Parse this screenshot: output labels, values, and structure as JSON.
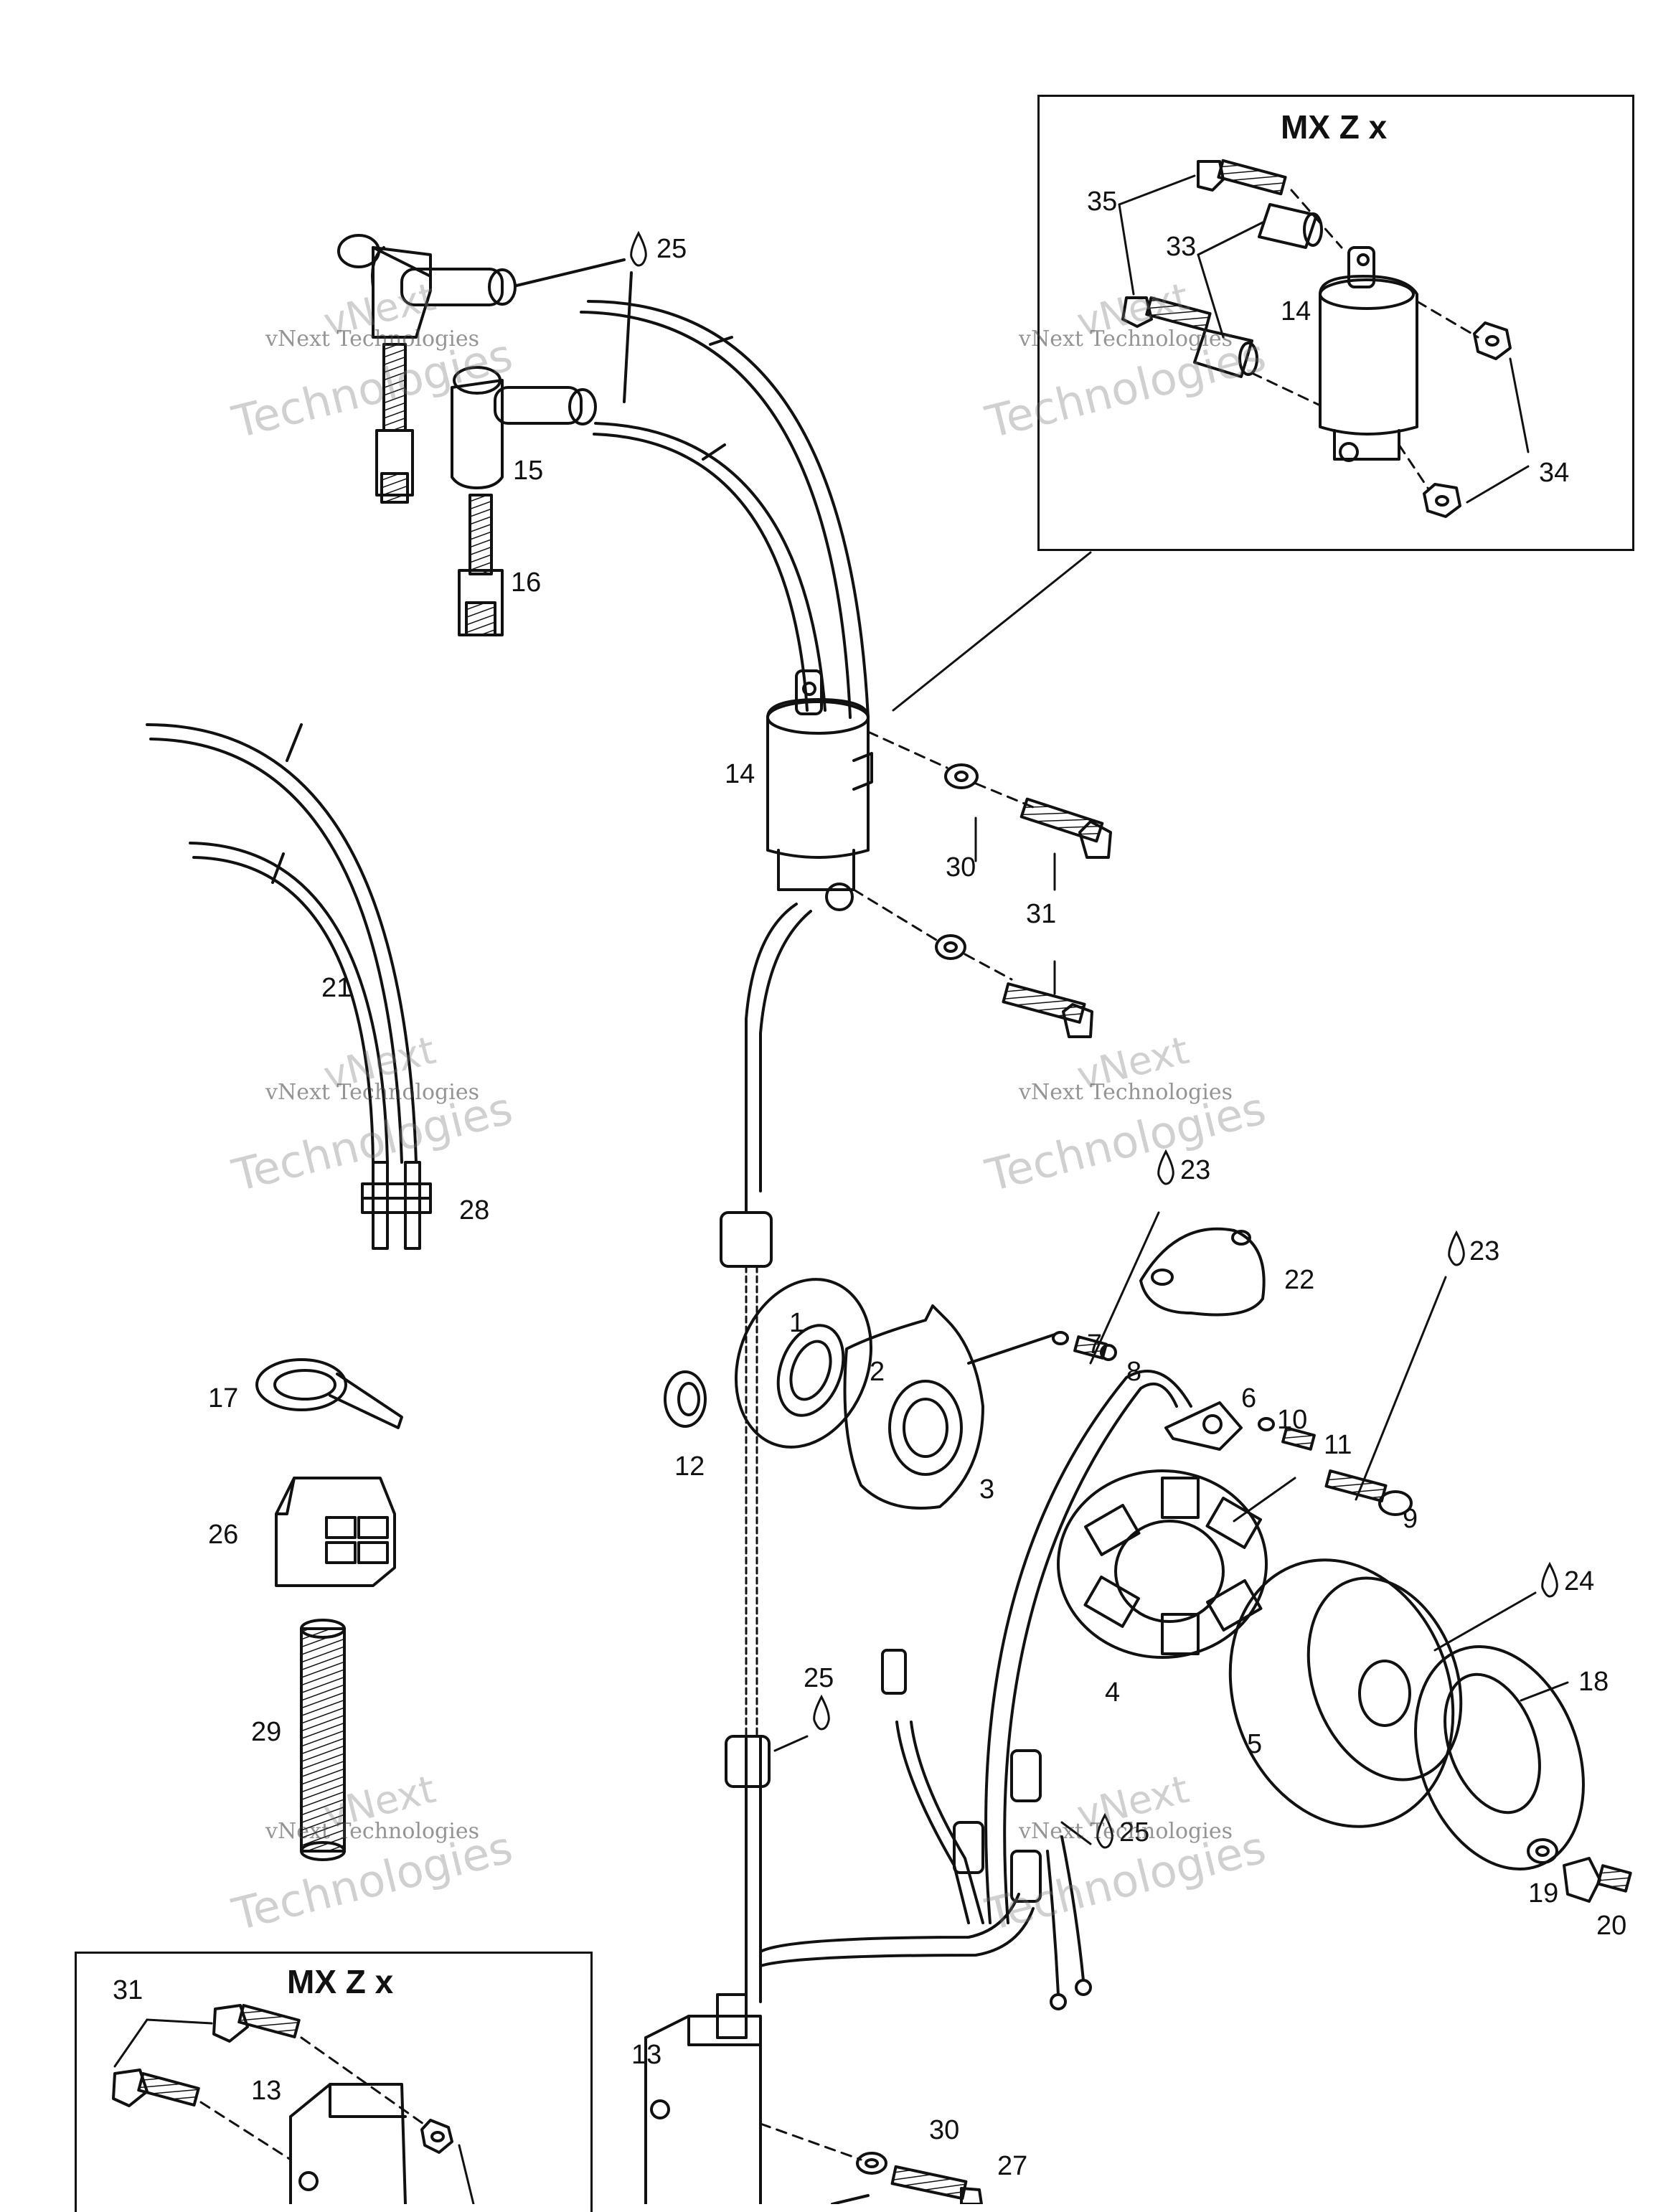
{
  "insets": {
    "top_right_title": "MX Z x",
    "bottom_left_title": "MX Z x"
  },
  "watermark": {
    "line1": "vNext",
    "line2": "vNext Technologies",
    "line3": "Technologies"
  },
  "callouts": {
    "c1": "1",
    "c2": "2",
    "c3": "3",
    "c4": "4",
    "c5": "5",
    "c6": "6",
    "c7": "7",
    "c8": "8",
    "c9": "9",
    "c10": "10",
    "c11": "11",
    "c12": "12",
    "c13": "13",
    "c13_inset": "13",
    "c14": "14",
    "c14_inset": "14",
    "c15": "15",
    "c16": "16",
    "c17": "17",
    "c18": "18",
    "c19": "19",
    "c20": "20",
    "c21": "21",
    "c22": "22",
    "c23a": "23",
    "c23b": "23",
    "c24": "24",
    "c25a": "25",
    "c25b": "25",
    "c25c": "25",
    "c26": "26",
    "c27": "27",
    "c28": "28",
    "c29": "29",
    "c30a": "30",
    "c30b": "30",
    "c31": "31",
    "c31_inset": "31",
    "c33": "33",
    "c34": "34",
    "c35": "35"
  },
  "icons": {
    "drop": "drop-icon"
  }
}
